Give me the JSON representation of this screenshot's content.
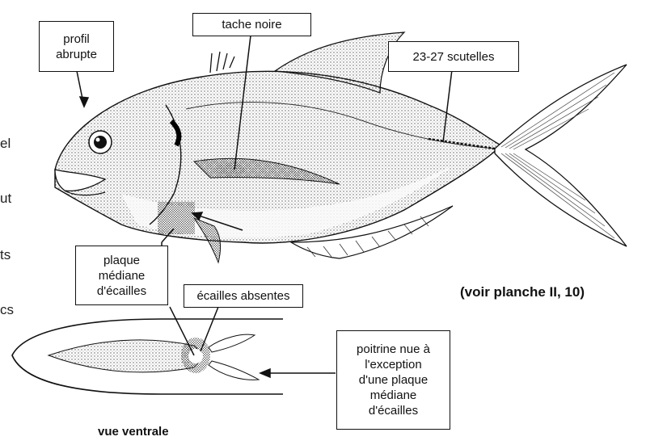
{
  "labels": {
    "profil": "profil\nabrupte",
    "tache": "tache noire",
    "scutelles": "23-27 scutelles",
    "plaque": "plaque\nmédiane\nd'écailles",
    "ecailles_absentes": "écailles absentes",
    "poitrine": "poitrine nue à\nl'exception\nd'une plaque\nmédiane\nd'écailles"
  },
  "reference": "(voir planche II, 10)",
  "caption": "vue ventrale",
  "margin_fragments": [
    "el",
    "ut",
    "ts",
    "cs"
  ],
  "colors": {
    "ink": "#111111",
    "fish_fill": "#d9d9d9",
    "stipple": "#6f6f6f"
  }
}
